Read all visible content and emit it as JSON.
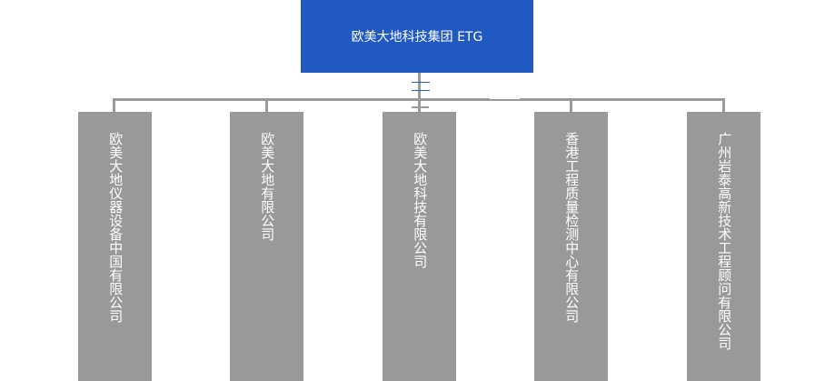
{
  "chart_data": {
    "type": "org-chart",
    "root": {
      "label": "欧美大地科技集团 ETG"
    },
    "children": [
      {
        "label": "欧美大地仪器设备中国有限公司"
      },
      {
        "label": "欧美大地有限公司"
      },
      {
        "label": "欧美大地科技有限公司"
      },
      {
        "label": "香港工程质量检测中心有限公司"
      },
      {
        "label": "广州岩泰高新技术工程顾问有限公司"
      }
    ]
  },
  "colors": {
    "root_fill": "#2159c2",
    "child_fill": "#999999",
    "connector": "#9a9a9a",
    "text": "#ffffff"
  }
}
